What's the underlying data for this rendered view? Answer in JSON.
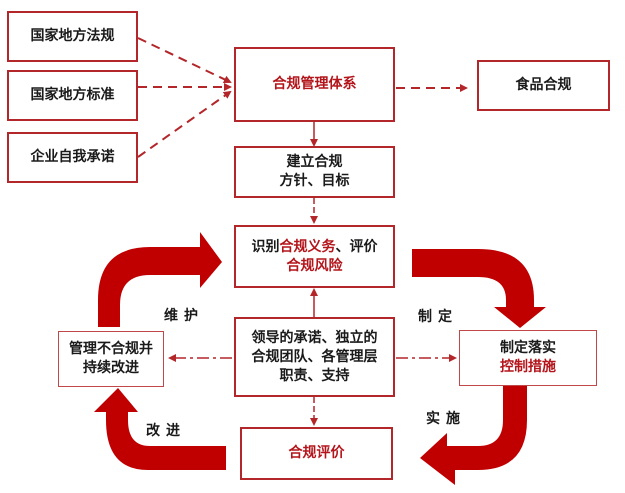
{
  "colors": {
    "accent": "#b3151b",
    "border": "#b3262a",
    "arrow_fill": "#c00000",
    "text": "#1a1a1a"
  },
  "inputs": [
    {
      "label": "国家地方法规"
    },
    {
      "label": "国家地方标准"
    },
    {
      "label": "企业自我承诺"
    }
  ],
  "system": {
    "label": "合规管理体系"
  },
  "output": {
    "label": "食品合规"
  },
  "policy": {
    "line1": "建立合规",
    "line2": "方针、目标"
  },
  "identify": {
    "pre": "识别",
    "red1": "合规义务",
    "mid": "、评价",
    "red2": "合规风险"
  },
  "core": {
    "line1": "领导的承诺、独立的",
    "line2": "合规团队、各管理层",
    "line3": "职责、支持"
  },
  "manage": {
    "line1": "管理不合规并",
    "line2": "持续改进"
  },
  "control": {
    "line1": "制定落实",
    "line2": "控制措施"
  },
  "evaluate": {
    "label": "合规评价"
  },
  "cycle_labels": {
    "maintain": "维护",
    "formulate": "制定",
    "implement": "实施",
    "improve": "改进"
  }
}
